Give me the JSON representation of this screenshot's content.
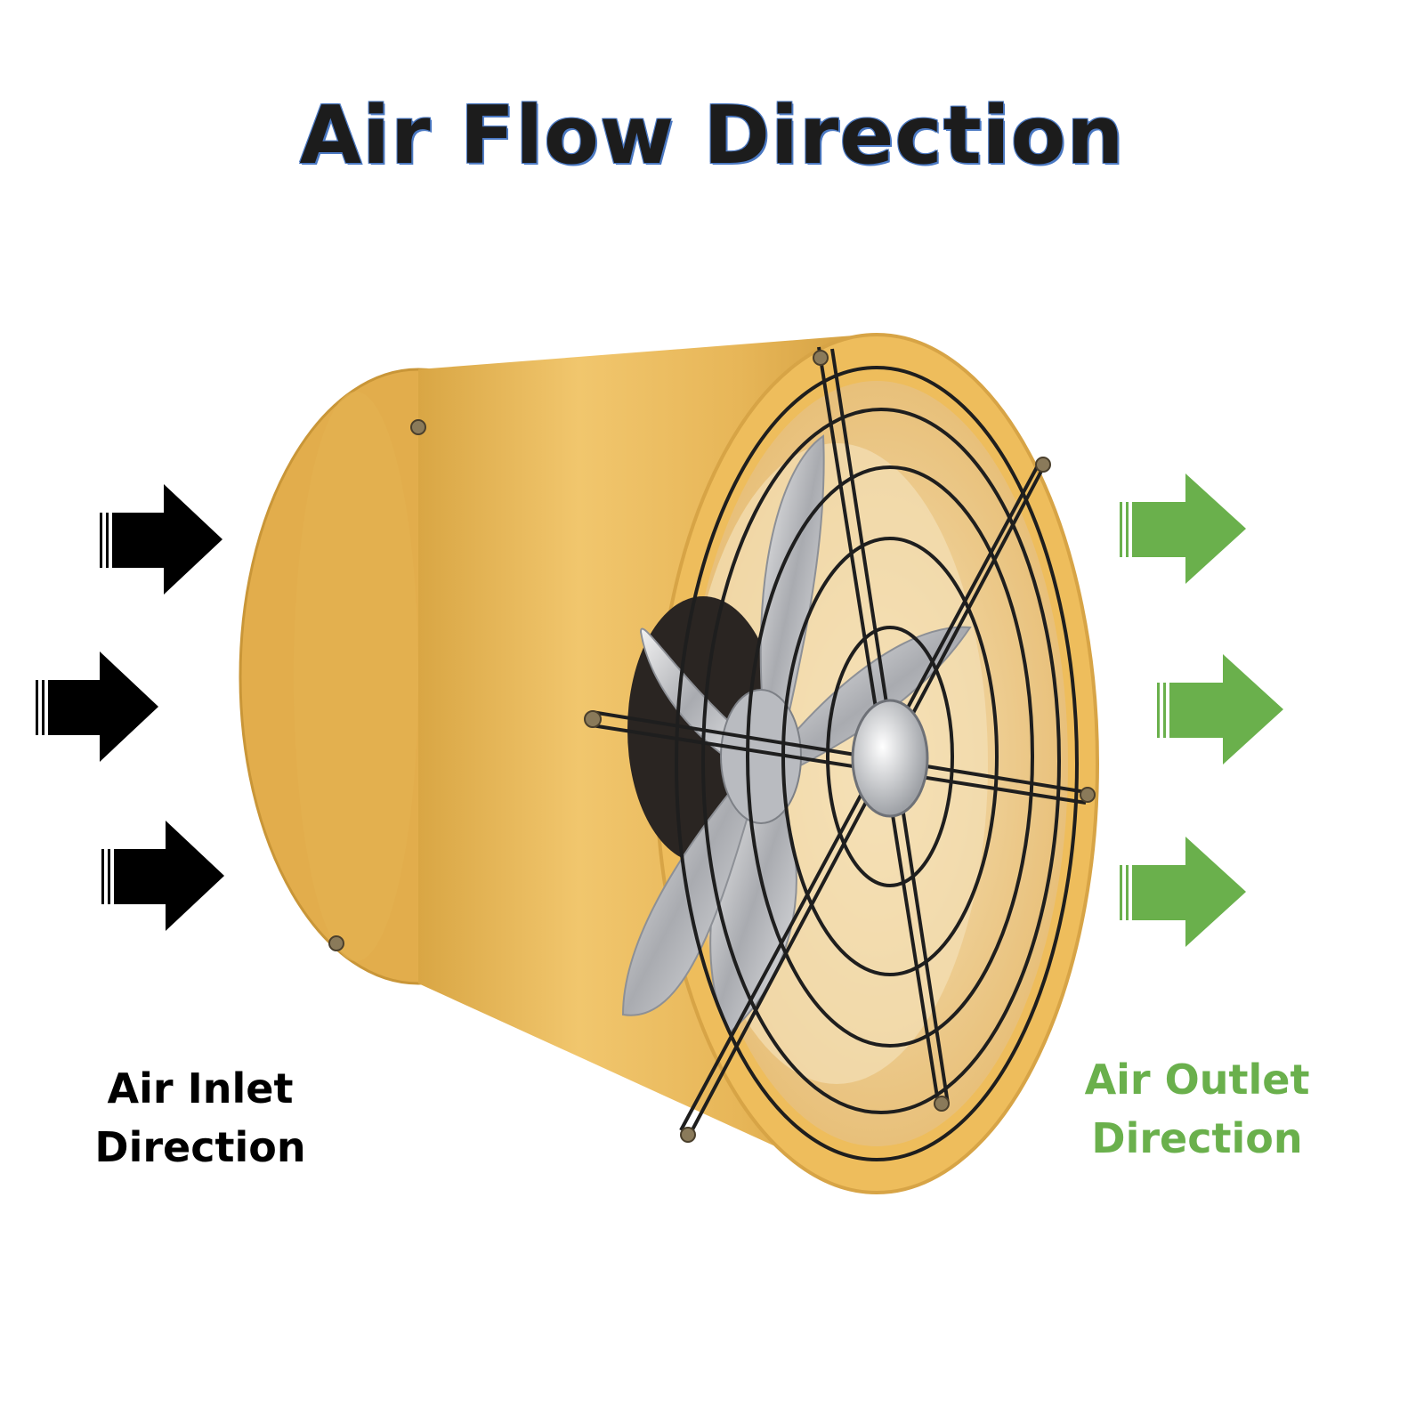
{
  "title": "Air Flow Direction",
  "inlet": {
    "line1": "Air Inlet",
    "line2": "Direction",
    "color": "#000000"
  },
  "outlet": {
    "line1": "Air Outlet",
    "line2": "Direction",
    "color": "#6ab04c"
  },
  "colors": {
    "fan_body": "#e9b95a",
    "fan_rim": "#f0c56c",
    "guard_wire": "#1e1e1e",
    "blade": "#c9cbcf"
  },
  "icons": {
    "inlet_arrow": "arrow-right-icon",
    "outlet_arrow": "arrow-right-icon"
  }
}
